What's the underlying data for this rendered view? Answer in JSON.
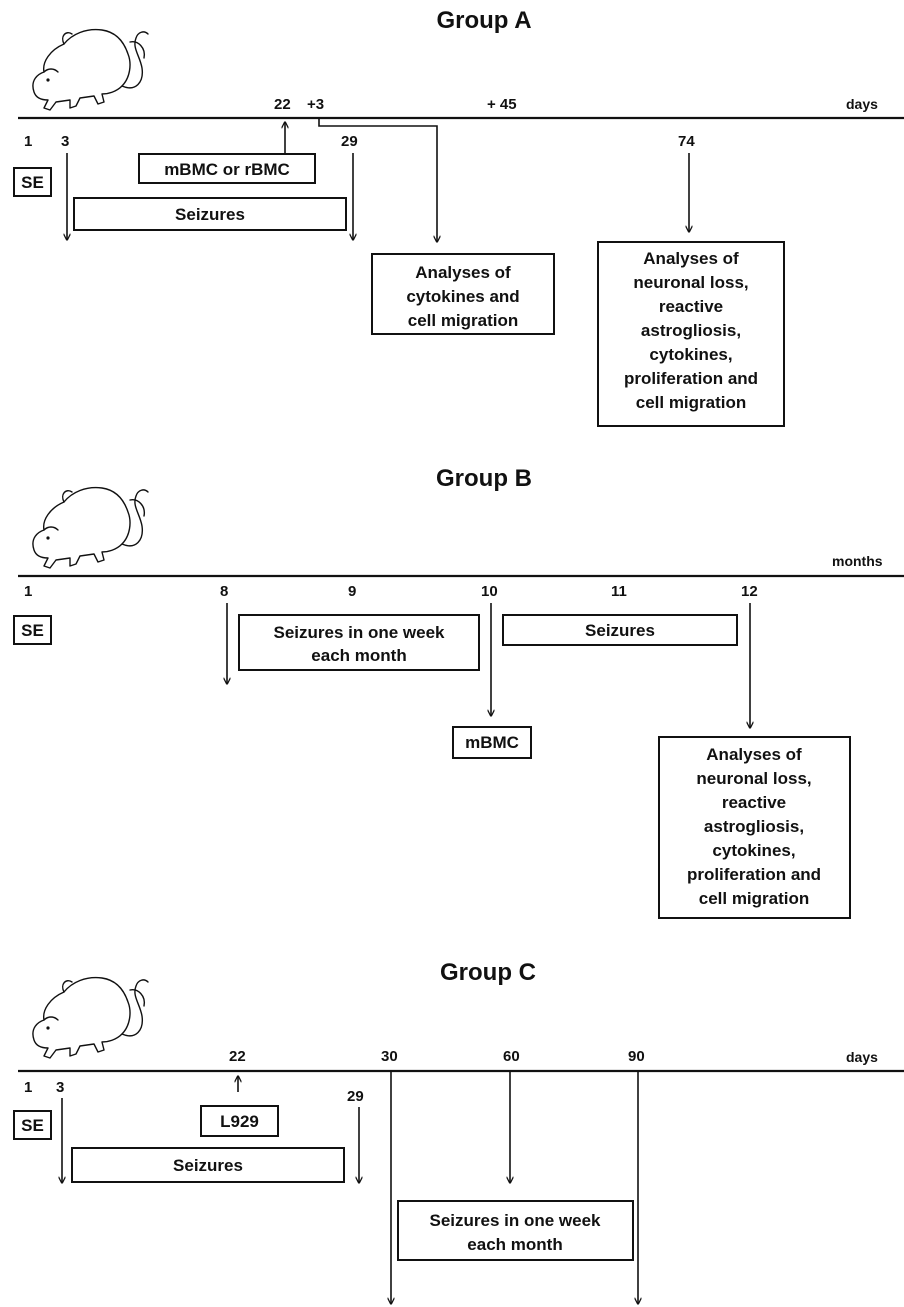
{
  "groups": {
    "a": {
      "title": "Group A",
      "unit": "days",
      "ticks": {
        "t1": "1",
        "t3": "3",
        "t22": "22",
        "tplus3": "+3",
        "tplus45": "+ 45",
        "t29": "29",
        "t74": "74"
      },
      "boxes": {
        "se": "SE",
        "bmc": "mBMC or rBMC",
        "seizures": "Seizures",
        "analyses_early": [
          "Analyses of",
          "cytokines and",
          "cell migration"
        ],
        "analyses_late": [
          "Analyses of",
          "neuronal loss,",
          "reactive",
          "astrogliosis,",
          "cytokines,",
          "proliferation and",
          "cell migration"
        ]
      }
    },
    "b": {
      "title": "Group B",
      "unit": "months",
      "ticks": {
        "t1": "1",
        "t8": "8",
        "t9": "9",
        "t10": "10",
        "t11": "11",
        "t12": "12"
      },
      "boxes": {
        "se": "SE",
        "seizures_weekly": [
          "Seizures in one week",
          "each month"
        ],
        "seizures": "Seizures",
        "mbmc": "mBMC",
        "analyses": [
          "Analyses of",
          "neuronal loss,",
          "reactive",
          "astrogliosis,",
          "cytokines,",
          "proliferation and",
          "cell migration"
        ]
      }
    },
    "c": {
      "title": "Group C",
      "unit": "days",
      "ticks": {
        "t1": "1",
        "t3": "3",
        "t22": "22",
        "t29": "29",
        "t30": "30",
        "t60": "60",
        "t90": "90"
      },
      "boxes": {
        "se": "SE",
        "l929": "L929",
        "seizures": "Seizures",
        "seizures_weekly": [
          "Seizures in one week",
          "each month"
        ]
      }
    }
  },
  "icons": {
    "animal": "rat-icon"
  }
}
